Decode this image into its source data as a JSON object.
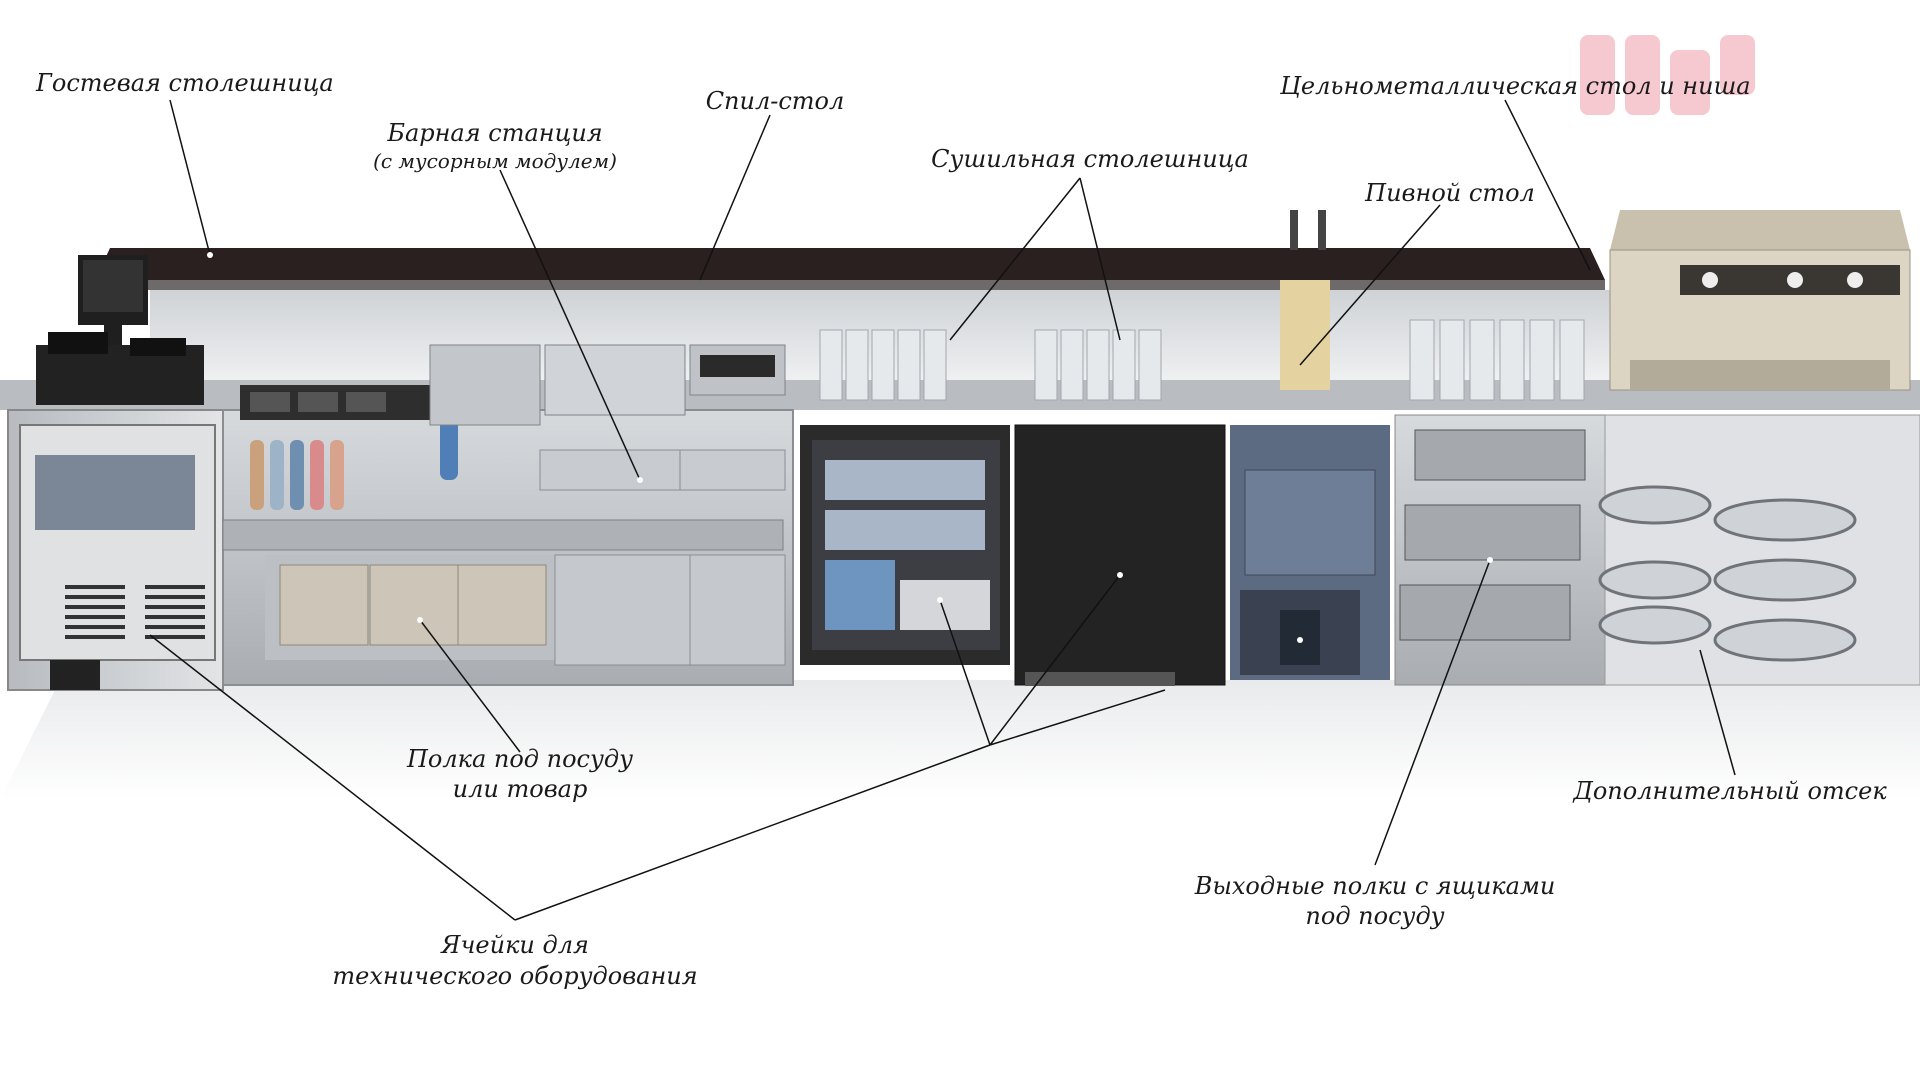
{
  "diagram": {
    "labels": {
      "guest_counter": "Гостевая столешница",
      "bar_station": "Барная станция",
      "bar_station_note": "(с мусорным модулем)",
      "spill_table": "Спил-стол",
      "drying_counter": "Сушильная столешница",
      "beer_table": "Пивной стол",
      "all_metal_table": "Цельнометаллическая стол и ниша",
      "dish_shelf_line1": "Полка под посуду",
      "dish_shelf_line2": "или товар",
      "tech_cells_line1": "Ячейки для",
      "tech_cells_line2": "технического оборудования",
      "rack_shelves_line1": "Выходные полки с ящиками",
      "rack_shelves_line2": "под посуду",
      "extra_bay": "Дополнительный отсек"
    },
    "colors": {
      "steel": "#c9ccd0",
      "steel_dark": "#9ea3a8",
      "counter_top": "#2a2020",
      "cabinet_dark": "#2b2b2b",
      "cooler_blue": "#5d6b82",
      "box_beige": "#cdc6b8",
      "espresso": "#ddd5c4",
      "watermark": "#e0405a"
    },
    "watermark_icon": "brand-logo-icon"
  }
}
